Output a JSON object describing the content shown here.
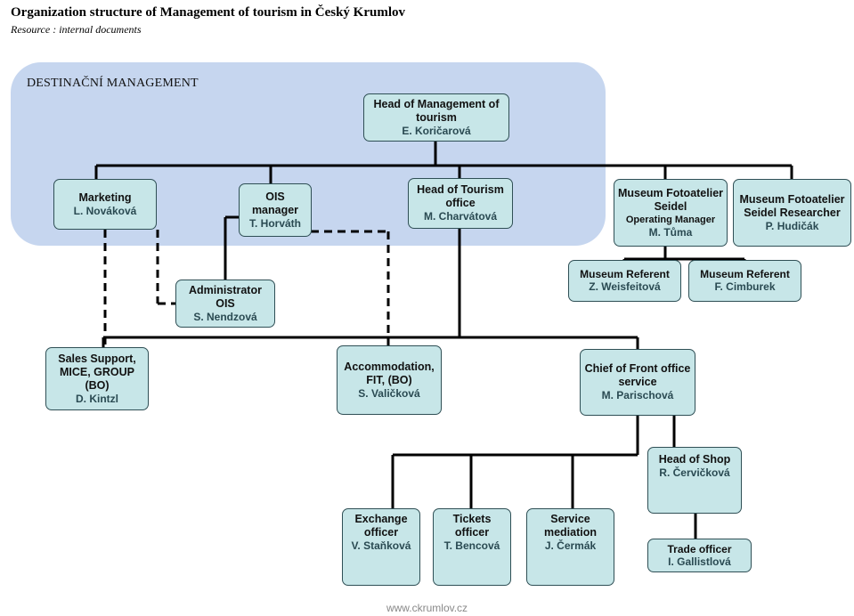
{
  "header": {
    "title": "Organization structure of Management of tourism in Český Krumlov",
    "subtitle": "Resource : internal documents"
  },
  "region": {
    "label": "DESTINAČNÍ MANAGEMENT"
  },
  "nodes": {
    "head": {
      "title": "Head of Management of tourism",
      "name": "E. Koričarová"
    },
    "marketing": {
      "title": "Marketing",
      "name": "L. Nováková"
    },
    "ois": {
      "title": "OIS manager",
      "name": "T. Horváth"
    },
    "tourism_office": {
      "title": "Head of Tourism office",
      "name": "M. Charvátová"
    },
    "museum_op": {
      "title": "Museum Fotoatelier Seidel",
      "sub": "Operating Manager",
      "name": "M. Tůma"
    },
    "museum_res": {
      "title": "Museum Fotoatelier Seidel Researcher",
      "name": "P. Hudičák"
    },
    "museum_ref1": {
      "title": "Museum Referent",
      "name": "Z. Weisfeitová"
    },
    "museum_ref2": {
      "title": "Museum Referent",
      "name": "F. Cimburek"
    },
    "admin_ois": {
      "title": "Administrator OIS",
      "name": "S. Nendzová"
    },
    "sales": {
      "title": "Sales Support, MICE, GROUP (BO)",
      "name": "D. Kintzl"
    },
    "accommodation": {
      "title": "Accommodation, FIT, (BO)",
      "name": "S. Valičková"
    },
    "front_office": {
      "title": "Chief of Front office service",
      "name": "M. Parischová"
    },
    "shop": {
      "title": "Head of Shop",
      "name": "R. Červičková"
    },
    "exchange": {
      "title": "Exchange officer",
      "name": "V. Staňková"
    },
    "tickets": {
      "title": "Tickets officer",
      "name": "T. Bencová"
    },
    "service": {
      "title": "Service mediation",
      "name": "J. Čermák"
    },
    "trade": {
      "title": "Trade officer",
      "name": "I. Gallistlová"
    }
  },
  "footer": {
    "text": "www.ckrumlov.cz"
  },
  "colors": {
    "region": "#c6d6ef",
    "box_fill": "#c7e6e8",
    "box_border": "#2f4f55",
    "line": "#000000"
  }
}
